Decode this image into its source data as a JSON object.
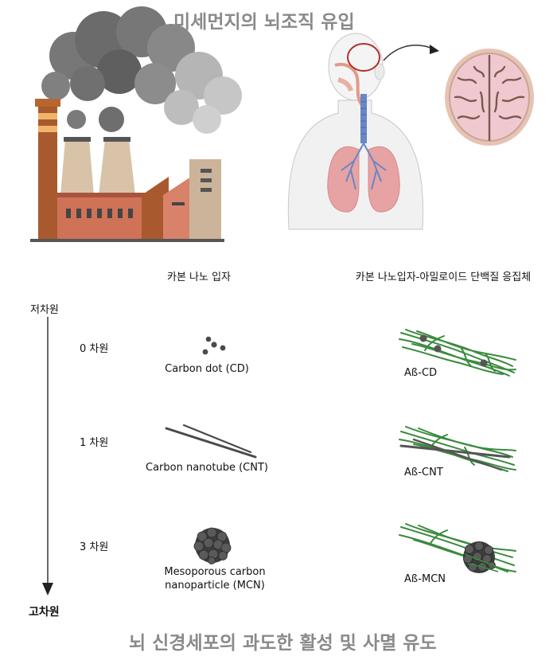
{
  "title_top": "미세먼지의 뇌조직 유입",
  "title_bottom": "뇌 신경세포의 과도한 활성 및 사멸 유도",
  "headers": {
    "left": "카본 나노 입자",
    "right": "카본 나노입자-아밀로이드 단백질 응집체"
  },
  "axis": {
    "top_label": "저차원",
    "bottom_label": "고차원"
  },
  "rows": [
    {
      "dimension": "0 차원",
      "particle": "Carbon dot (CD)",
      "aggregate": "Aß-CD"
    },
    {
      "dimension": "1 차원",
      "particle": "Carbon nanotube (CNT)",
      "aggregate": "Aß-CNT"
    },
    {
      "dimension": "3 차원",
      "particle": "Mesoporous carbon nanoparticle (MCN)",
      "aggregate": "Aß-MCN"
    }
  ],
  "colors": {
    "title_gray": "#8a8a8a",
    "fiber_green": "#3a8a3e",
    "carbon_dark": "#4a4a4a",
    "brick": "#cf7257",
    "smoke": "#6b6b6b"
  }
}
